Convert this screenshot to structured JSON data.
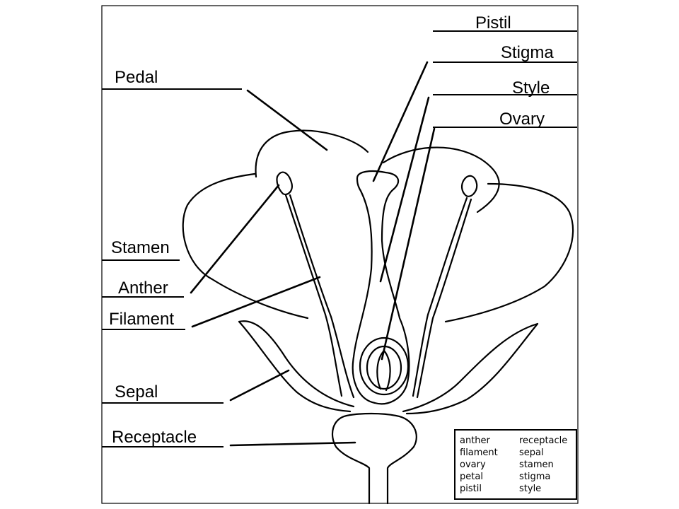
{
  "labels": {
    "pistil": "Pistil",
    "stigma": "Stigma",
    "pedal": "Pedal",
    "style": "Style",
    "ovary": "Ovary",
    "stamen": "Stamen",
    "anther": "Anther",
    "filament": "Filament",
    "sepal": "Sepal",
    "receptacle": "Receptacle"
  },
  "word_bank": {
    "left": [
      "anther",
      "filament",
      "ovary",
      "petal",
      "pistil"
    ],
    "right": [
      "receptacle",
      "sepal",
      "stamen",
      "stigma",
      "style"
    ]
  }
}
